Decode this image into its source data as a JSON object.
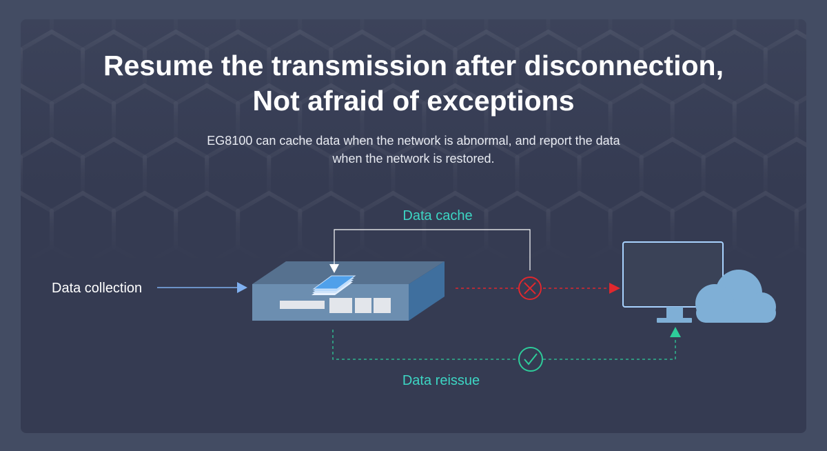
{
  "header": {
    "title_line1": "Resume the transmission after disconnection,",
    "title_line2": "Not afraid of exceptions",
    "subtitle_line1": "EG8100 can cache data when the network is abnormal, and report the data",
    "subtitle_line2": "when the network is restored."
  },
  "diagram": {
    "labels": {
      "data_collection": "Data collection",
      "data_cache": "Data cache",
      "data_reissue": "Data reissue"
    },
    "icons": {
      "gateway": "gateway-device-icon",
      "cache": "data-stack-icon",
      "monitor": "monitor-icon",
      "cloud": "cloud-icon",
      "fail": "x-circle-icon",
      "success": "check-circle-icon"
    },
    "colors": {
      "accent_teal": "#3dd6c4",
      "input_arrow_blue": "#7fb0f0",
      "failure_red": "#e0282e",
      "success_green": "#2ecc9a",
      "device_blue": "#7fa0c4",
      "monitor_outline": "#a9d3ff",
      "cloud_blue": "#7fafd6"
    }
  }
}
